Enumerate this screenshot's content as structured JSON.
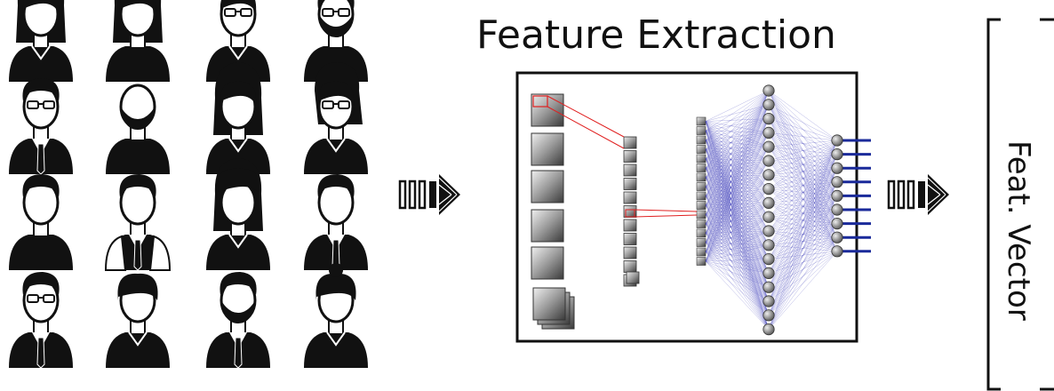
{
  "title": "Feature Extraction",
  "output_label": "Feat. Vector",
  "faces": {
    "rows": 4,
    "cols": 4,
    "variants": [
      [
        "woman-long-hair",
        "woman-bob",
        "woman-glasses",
        "man-glasses-beard"
      ],
      [
        "man-glasses-tie",
        "man-bald-beard",
        "woman-long-hair",
        "woman-ponytail-glasses"
      ],
      [
        "man-short-hair",
        "man-vest-tie",
        "woman-curly-hair",
        "man-suit"
      ],
      [
        "man-glasses-suit",
        "woman-short-hair",
        "man-beard-suit",
        "woman-bun"
      ]
    ]
  },
  "icons": [
    "person-icon",
    "arrow-icon",
    "neural-network-icon"
  ],
  "colors": {
    "ink": "#111111",
    "network_edge": "#3a3ab8",
    "highlight": "#e02020",
    "output_line": "#1a2a9a"
  }
}
